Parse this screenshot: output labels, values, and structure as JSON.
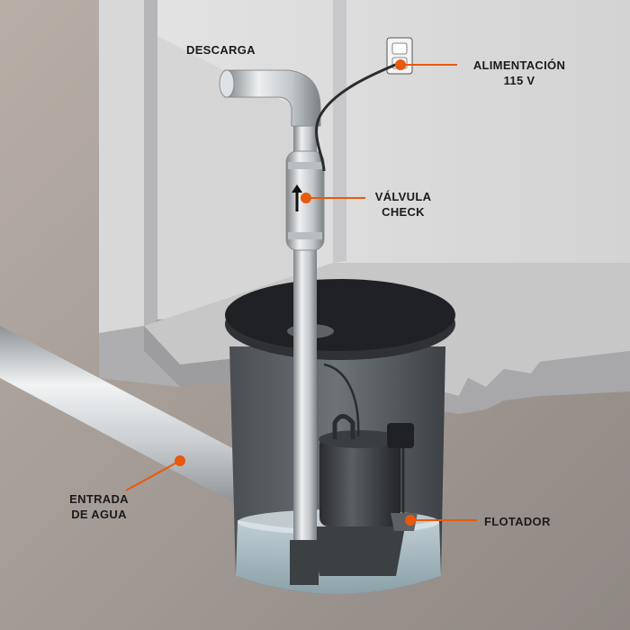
{
  "labels": {
    "discharge": "DESCARGA",
    "power": [
      "ALIMENTACIÓN",
      "115 V"
    ],
    "check_valve": [
      "VÁLVULA",
      "CHECK"
    ],
    "water_inlet": [
      "ENTRADA",
      "DE AGUA"
    ],
    "float": "FLOTADOR"
  },
  "colors": {
    "accent": "#e8590c"
  }
}
